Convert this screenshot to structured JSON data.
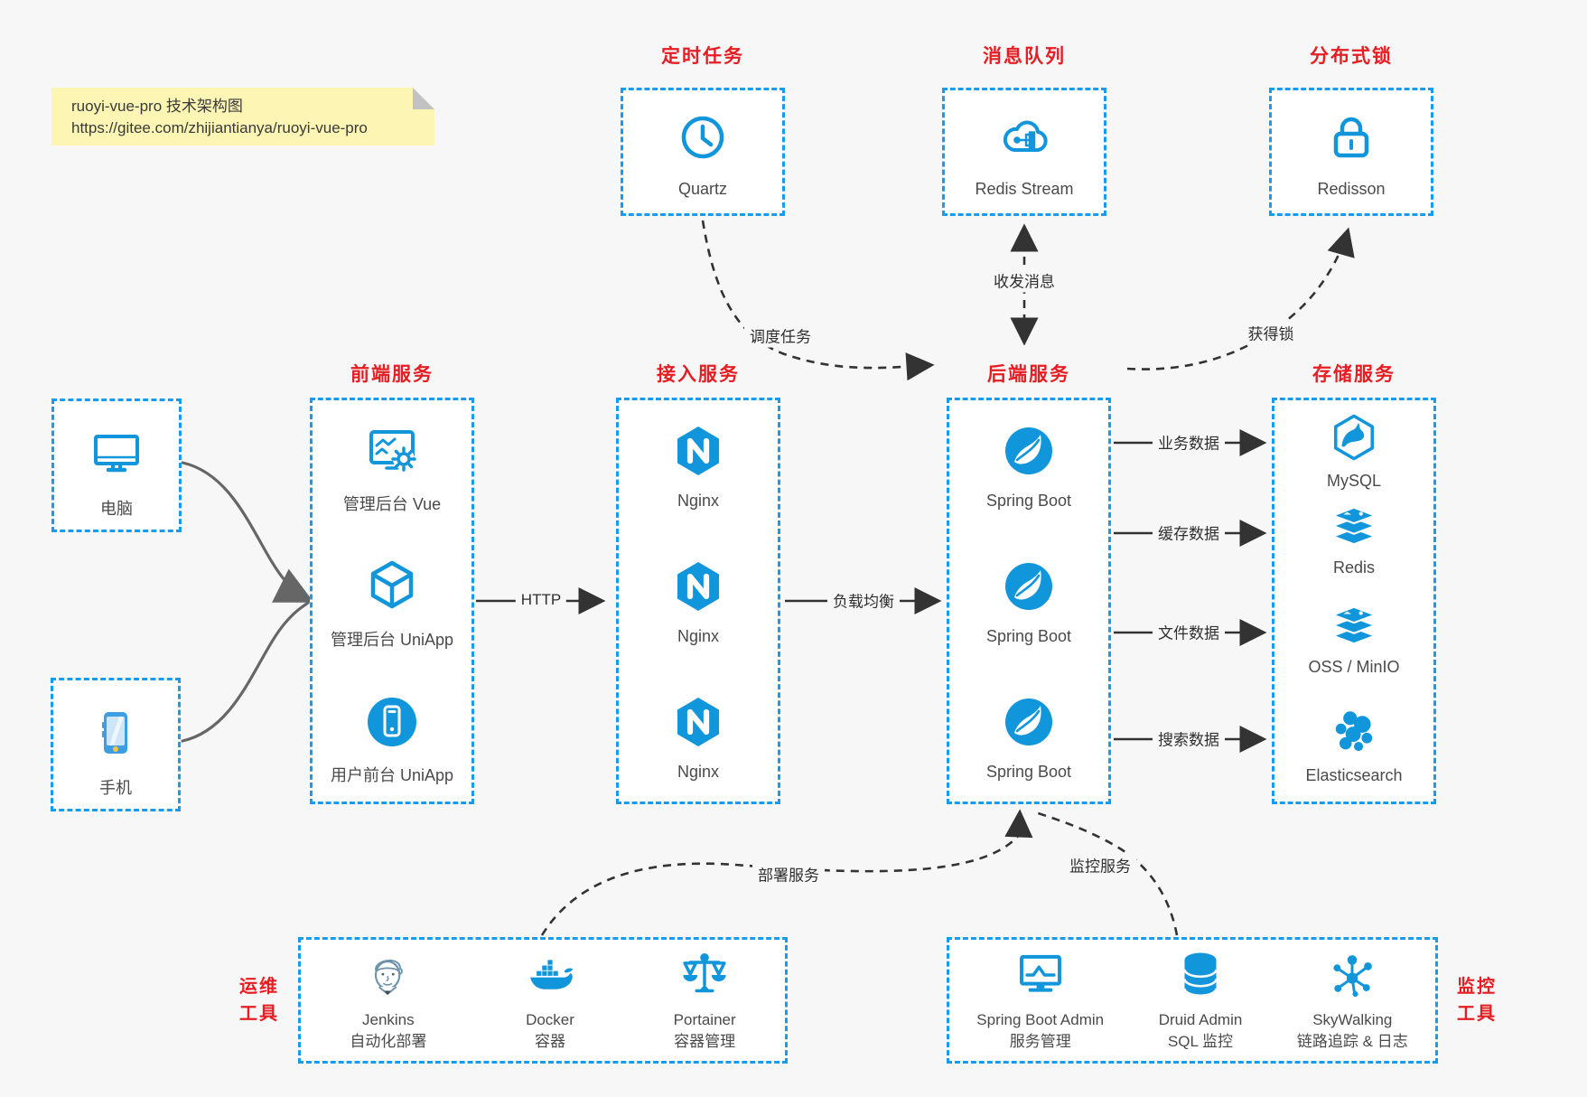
{
  "note": {
    "line1": "ruoyi-vue-pro 技术架构图",
    "line2": "https://gitee.com/zhijiantianya/ruoyi-vue-pro"
  },
  "top_groups": [
    {
      "title": "定时任务",
      "item": {
        "label": "Quartz",
        "icon": "clock-icon"
      }
    },
    {
      "title": "消息队列",
      "item": {
        "label": "Redis Stream",
        "icon": "cloud-stream-icon"
      }
    },
    {
      "title": "分布式锁",
      "item": {
        "label": "Redisson",
        "icon": "lock-icon"
      }
    }
  ],
  "devices": [
    {
      "label": "电脑",
      "icon": "desktop-icon"
    },
    {
      "label": "手机",
      "icon": "smartphone-icon"
    }
  ],
  "columns": [
    {
      "title": "前端服务",
      "items": [
        {
          "label": "管理后台 Vue",
          "icon": "admin-screen-gear-icon"
        },
        {
          "label": "管理后台 UniApp",
          "icon": "cube-icon"
        },
        {
          "label": "用户前台 UniApp",
          "icon": "phone-circle-icon"
        }
      ]
    },
    {
      "title": "接入服务",
      "items": [
        {
          "label": "Nginx",
          "icon": "nginx-icon"
        },
        {
          "label": "Nginx",
          "icon": "nginx-icon"
        },
        {
          "label": "Nginx",
          "icon": "nginx-icon"
        }
      ]
    },
    {
      "title": "后端服务",
      "items": [
        {
          "label": "Spring Boot",
          "icon": "spring-icon"
        },
        {
          "label": "Spring Boot",
          "icon": "spring-icon"
        },
        {
          "label": "Spring Boot",
          "icon": "spring-icon"
        }
      ]
    },
    {
      "title": "存储服务",
      "items": [
        {
          "label": "MySQL",
          "icon": "mysql-icon"
        },
        {
          "label": "Redis",
          "icon": "storage-stack-icon"
        },
        {
          "label": "OSS / MinIO",
          "icon": "storage-stack-icon"
        },
        {
          "label": "Elasticsearch",
          "icon": "elasticsearch-icon"
        }
      ]
    }
  ],
  "bottom_groups": [
    {
      "side_line1": "运维",
      "side_line2": "工具",
      "items": [
        {
          "name": "Jenkins",
          "desc": "自动化部署",
          "icon": "jenkins-icon"
        },
        {
          "name": "Docker",
          "desc": "容器",
          "icon": "docker-whale-icon"
        },
        {
          "name": "Portainer",
          "desc": "容器管理",
          "icon": "scales-icon"
        }
      ]
    },
    {
      "side_line1": "监控",
      "side_line2": "工具",
      "items": [
        {
          "name": "Spring Boot Admin",
          "desc": "服务管理",
          "icon": "monitor-chart-icon"
        },
        {
          "name": "Druid Admin",
          "desc": "SQL 监控",
          "icon": "database-icon"
        },
        {
          "name": "SkyWalking",
          "desc": "链路追踪 & 日志",
          "icon": "network-hub-icon"
        }
      ]
    }
  ],
  "edges": {
    "http": "HTTP",
    "load_balance": "负载均衡",
    "biz": "业务数据",
    "cache": "缓存数据",
    "file": "文件数据",
    "search": "搜索数据",
    "schedule": "调度任务",
    "message": "收发消息",
    "lock": "获得锁",
    "deploy": "部署服务",
    "monitor": "监控服务"
  },
  "colors": {
    "icon_blue": "#1296db",
    "border_blue": "#169bf0",
    "title_red": "#e61d22",
    "line_black": "#333333",
    "line_gray": "#666666",
    "note_yellow": "#fcf5b4",
    "background": "#f7f7f7"
  }
}
